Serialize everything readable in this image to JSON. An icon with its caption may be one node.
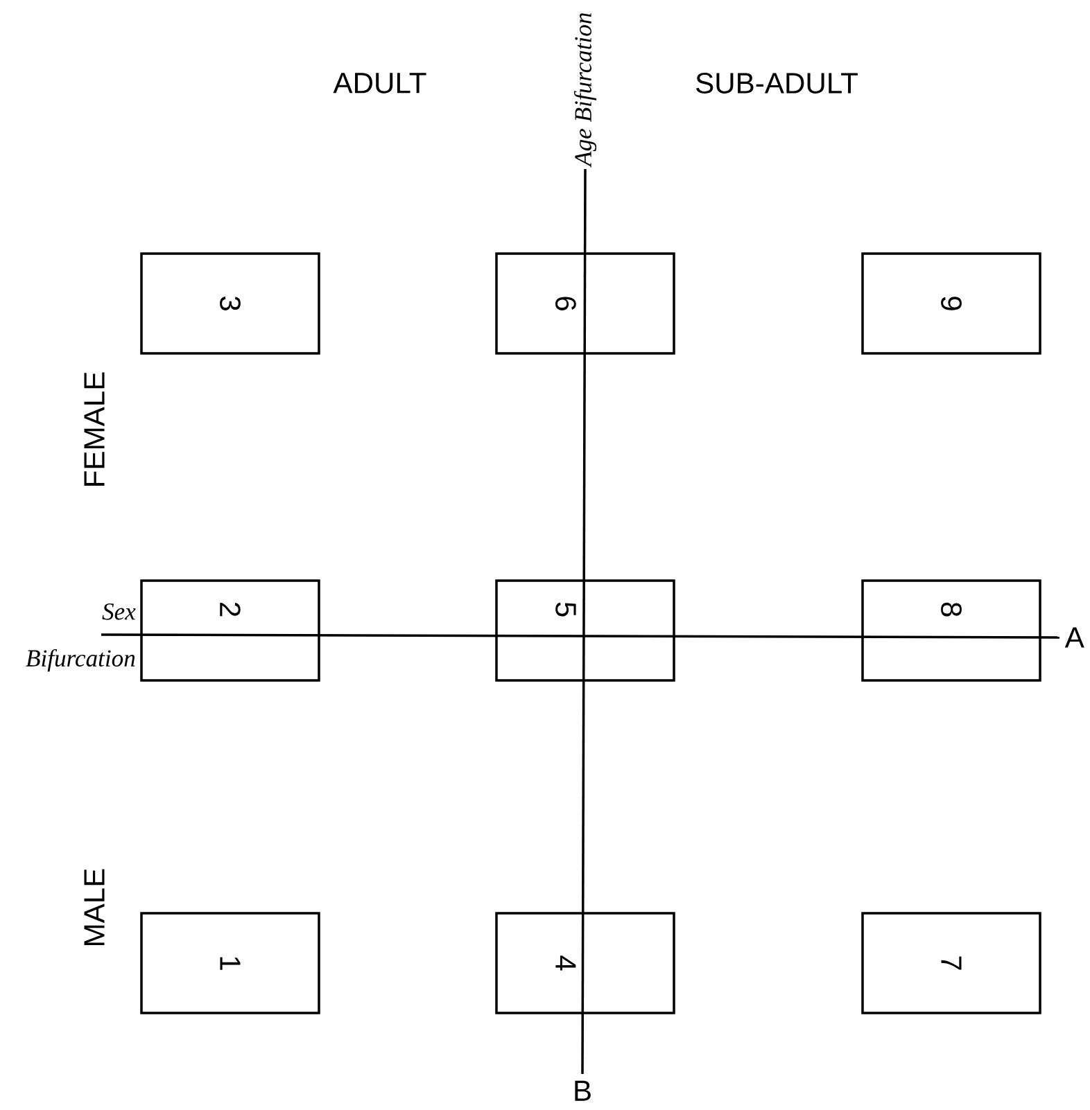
{
  "diagram": {
    "nodes": [
      {
        "text": [
          "3"
        ]
      },
      {
        "text": [
          "6"
        ]
      },
      {
        "text": [
          "9"
        ]
      },
      {
        "text": [
          "2"
        ]
      },
      {
        "text": [
          "5"
        ]
      },
      {
        "text": [
          "8"
        ]
      },
      {
        "text": [
          "1"
        ]
      },
      {
        "text": [
          "4"
        ]
      },
      {
        "text": [
          "7"
        ]
      }
    ],
    "labels": [
      "Age Bifurcation",
      "ADULT",
      "SUB-ADULT",
      "FEMALE",
      "Sex Bifurcation",
      "A",
      "MALE",
      "B"
    ]
  }
}
